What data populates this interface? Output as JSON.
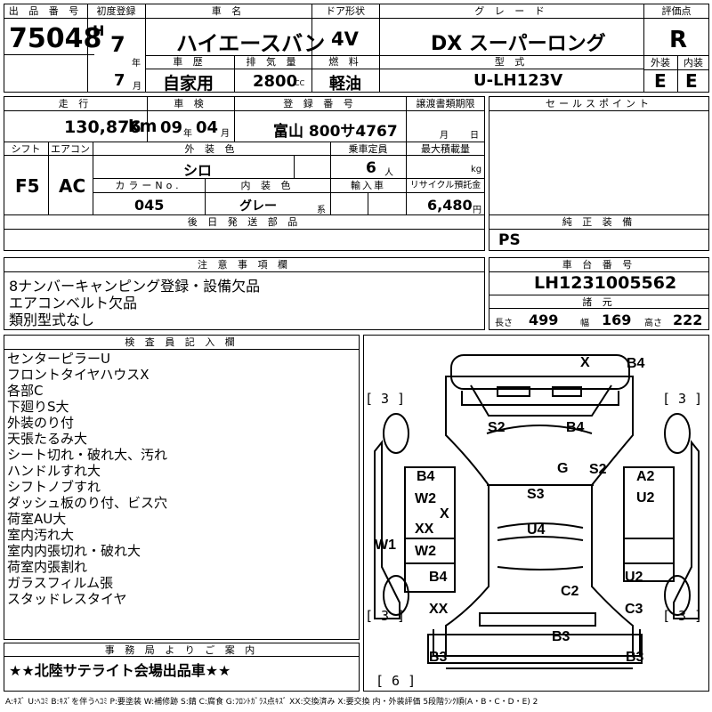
{
  "header": {
    "lot_number_label": "出 品 番 号",
    "lot_number": "75048",
    "first_reg_label": "初度登録",
    "era": "H",
    "year": "7",
    "year_unit": "年",
    "month": "7",
    "month_unit": "月",
    "car_name_label": "車  名",
    "car_name": "ハイエースバン",
    "door_label": "ドア形状",
    "door": "4V",
    "grade_label": "グ レ ー ド",
    "grade": "DX スーパーロング",
    "score_label": "評価点",
    "score": "R",
    "inspection_label": "車 歴",
    "history": "自家用",
    "displacement_label": "排 気 量",
    "displacement": "2800",
    "displacement_unit": "CC",
    "fuel_label": "燃  料",
    "fuel": "軽油",
    "model_label": "型  式",
    "model": "U-LH123V",
    "exterior_label": "外装",
    "exterior": "E",
    "interior_label": "内装",
    "interior": "E"
  },
  "specs": {
    "mileage_label": "走  行",
    "mileage": "130,876",
    "mileage_unit": "km",
    "shaken_label": "車 検",
    "shaken_year": "09",
    "shaken_year_unit": "年",
    "shaken_month": "04",
    "shaken_month_unit": "月",
    "plate_label": "登 録 番 号",
    "plate": "富山 800サ4767",
    "transfer_label": "譲渡書類期限",
    "transfer_month_unit": "月",
    "transfer_day_unit": "日",
    "shift_label": "シフト",
    "shift": "F5",
    "ac_label": "エアコン",
    "ac": "AC",
    "color_label": "外 装 色",
    "color": "シロ",
    "capacity_label": "乗車定員",
    "capacity": "6",
    "capacity_unit": "人",
    "load_label": "最大積載量",
    "load_unit": "kg",
    "color_no_label": "カラーNo.",
    "color_no": "045",
    "interior_color_label": "内 装 色",
    "interior_color": "グレー",
    "interior_color_suffix": "系",
    "import_label": "輸入車",
    "recycle_label": "リサイクル預託金",
    "recycle": "6,480",
    "recycle_unit": "円",
    "later_parts_label": "後 日 発 送 部 品"
  },
  "sales_points": {
    "label": "セールスポイント"
  },
  "equipment": {
    "label": "純 正 装 備",
    "value": "PS"
  },
  "notes": {
    "label": "注 意 事 項 欄",
    "lines": [
      "8ナンバーキャンピング登録・設備欠品",
      "エアコンベルト欠品",
      "類別型式なし"
    ]
  },
  "chassis": {
    "label": "車 台 番 号",
    "number": "LH1231005562",
    "dims_label": "諸 元",
    "length_label": "長さ",
    "length": "499",
    "width_label": "幅",
    "width": "169",
    "height_label": "高さ",
    "height": "222"
  },
  "inspector": {
    "label": "検 査 員 記 入 欄",
    "lines": [
      "センターピラーU",
      "フロントタイヤハウスX",
      "各部C",
      "下廻りS大",
      "外装のり付",
      "天張たるみ大",
      "シート切れ・破れ大、汚れ",
      "ハンドルすれ大",
      "シフトノブすれ",
      "ダッシュ板のり付、ビス穴",
      "荷室AU大",
      "室内汚れ大",
      "室内内張切れ・破れ大",
      "荷室内張割れ",
      "ガラスフィルム張",
      "スタッドレスタイヤ"
    ]
  },
  "office": {
    "label": "事 務 局 よ り ご 案 内",
    "message": "★★北陸サテライト会場出品車★★"
  },
  "diagram": {
    "marks": {
      "top_x": "X",
      "top_b4": "B4",
      "s2_left": "S2",
      "b4_upper": "B4",
      "g": "G",
      "s2_right": "S2",
      "b4_left": "B4",
      "w2_left_upper": "W2",
      "x_left": "X",
      "s3": "S3",
      "a2": "A2",
      "u2_right_upper": "U2",
      "xx_left": "XX",
      "w2_left_lower": "W2",
      "w1": "W1",
      "u4": "U4",
      "b4_left_lower": "B4",
      "u2_right_lower": "U2",
      "c2": "C2",
      "xx_left_bottom": "XX",
      "c3": "C3",
      "b3_center": "B3",
      "b3_left": "B3",
      "b3_right": "B3"
    },
    "tires": {
      "front_left": "[ 3 ]",
      "front_right": "[ 3 ]",
      "rear_left": "[ 3 ]",
      "rear_right": "[ 3 ]",
      "spare": "[ 6 ]"
    }
  },
  "legend": "A:ｷｽﾞ U:ﾍｺﾐ B:ｷｽﾞを伴うﾍｺﾐ P:要塗装 W:補修跡 S:錆 C:腐食 G:ﾌﾛﾝﾄｶﾞﾗｽ点ｷｽﾞ XX:交換済み X:要交換  内・外装評価 5段階ﾗﾝｸ順(A・B・C・D・E) 2"
}
